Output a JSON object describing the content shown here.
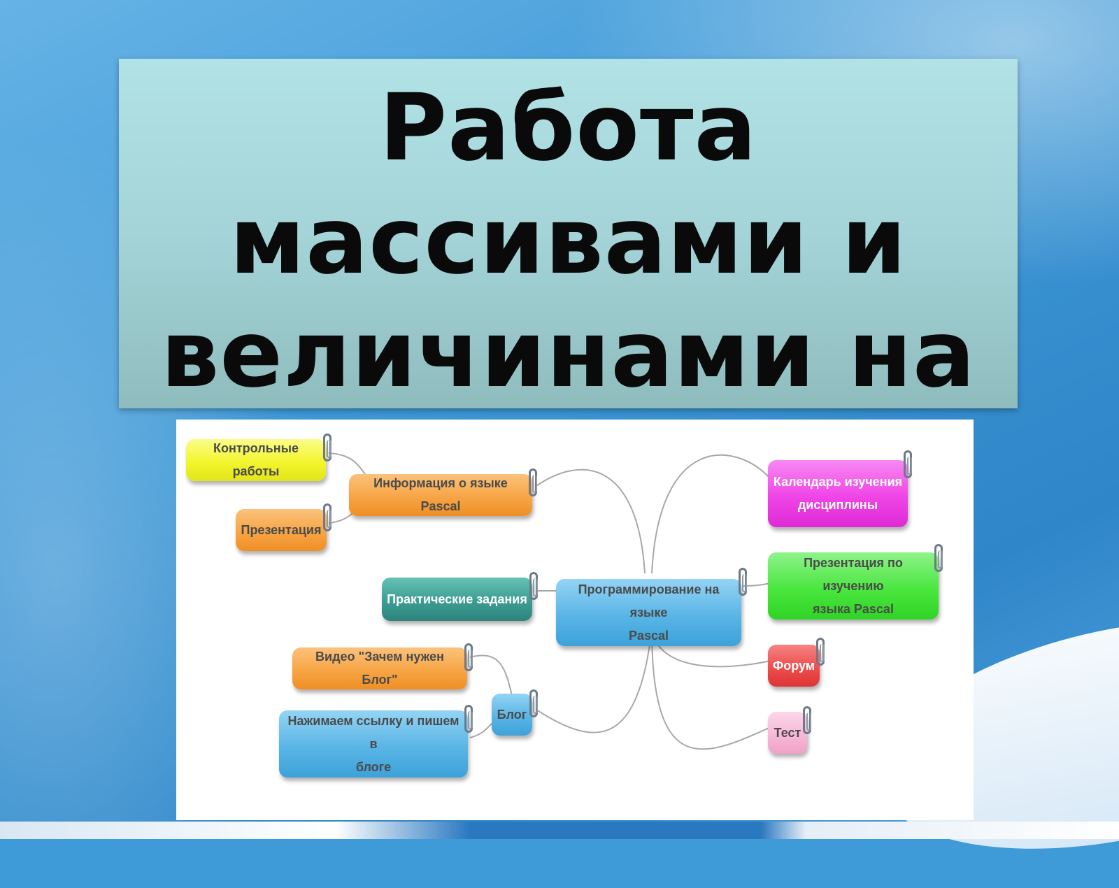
{
  "title": "Работа\nмассивами и\nвеличинами на",
  "colors": {
    "background": "#3f9ad8",
    "title_box": "#a4d4d8",
    "yellow": "#f3f52e",
    "orange": "#f7a545",
    "teal": "#3c9c92",
    "blue": "#5ab5e6",
    "magenta": "#ef45e6",
    "green": "#4ae63f",
    "red": "#ee4e4e",
    "pink": "#f7b9d8"
  },
  "mindmap": {
    "center": "Программирование на языке\nPascal",
    "nodes": {
      "control_works": "Контрольные работы",
      "info_pascal": "Информация о языке Pascal",
      "presentation": "Презентация",
      "practical": "Практические задания",
      "video": "Видео \"Зачем нужен Блог\"",
      "blog": "Блог",
      "blog_link": "Нажимаем ссылку и пишем в\nблоге",
      "calendar": "Календарь изучения\nдисциплины",
      "presentation_pascal": "Презентация по изучению\nязыка Pascal",
      "forum": "Форум",
      "test": "Тест"
    }
  }
}
